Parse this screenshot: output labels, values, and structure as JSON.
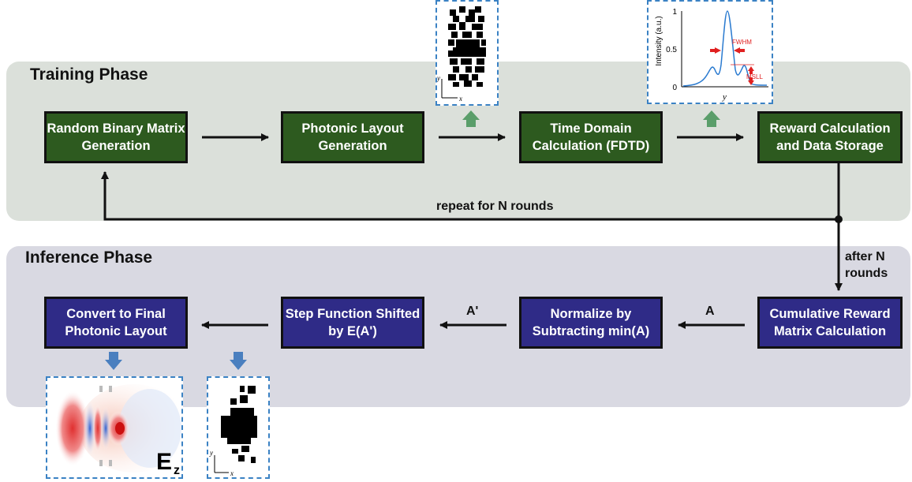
{
  "training": {
    "title": "Training Phase",
    "steps": [
      "Random Binary Matrix Generation",
      "Photonic Layout Generation",
      "Time Domain Calculation (FDTD)",
      "Reward Calculation and Data Storage"
    ],
    "repeat_label": "repeat for N rounds"
  },
  "inference": {
    "title": "Inference Phase",
    "steps": [
      "Cumulative Reward Matrix Calculation",
      "Normalize by Subtracting min(A)",
      "Step Function Shifted by E(A')",
      "Convert to Final Photonic Layout"
    ],
    "after_label_1": "after N",
    "after_label_2": "rounds",
    "arrow_label_a": "A",
    "arrow_label_a_prime": "A'"
  },
  "insets": {
    "layout_axis_x": "x",
    "layout_axis_y": "y",
    "plot": {
      "ylabel": "Intensity (a.u.)",
      "xlabel": "y",
      "yticks": [
        "0",
        "0.5",
        "1"
      ],
      "fwhm": "FWHM",
      "msll": "MSLL"
    },
    "field_label": "E",
    "field_sub": "z"
  },
  "colors": {
    "training_box": "#2d5a1f",
    "inference_box": "#2f2b87",
    "up_arrow": "#5a9e6a",
    "down_arrow": "#4a7fbf",
    "inset_border": "#3b82c4",
    "annotation_red": "#e02020"
  }
}
